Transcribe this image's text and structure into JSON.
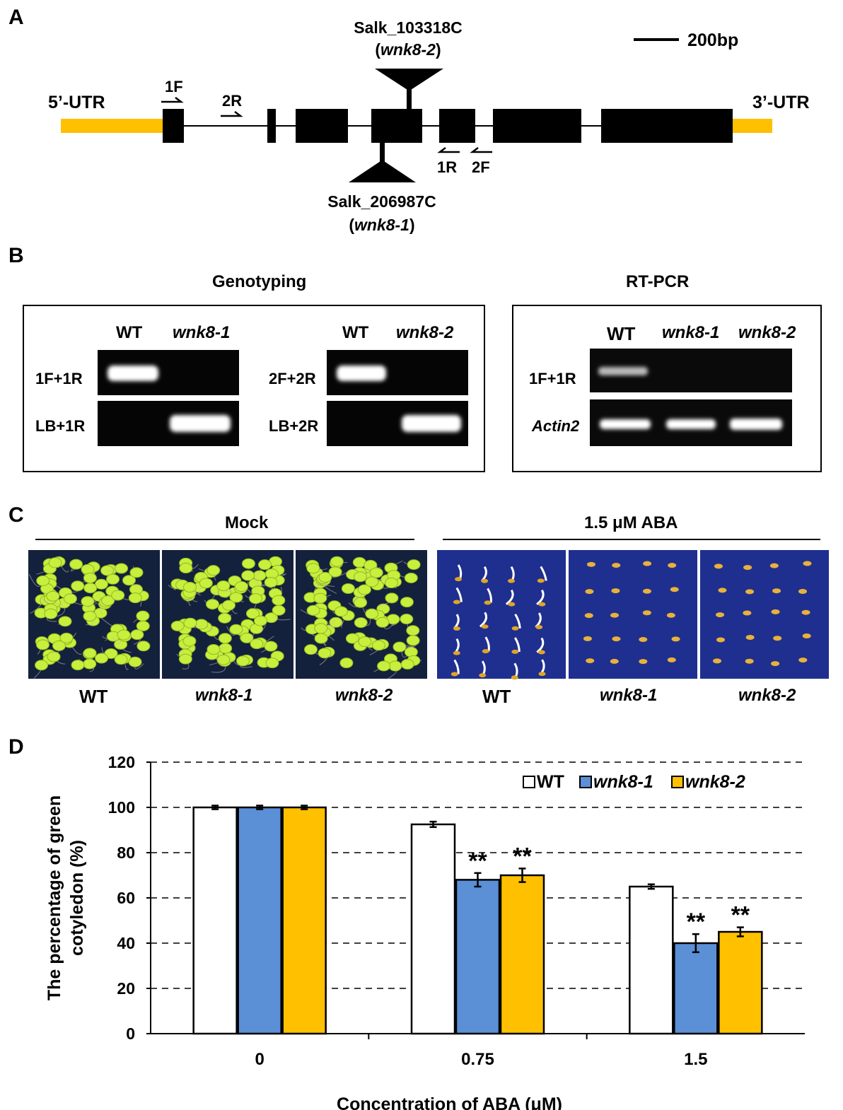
{
  "panel_a": {
    "label": "A",
    "scale_bar": "200bp",
    "utr5": "5’-UTR",
    "utr3": "3’-UTR",
    "insert_top": {
      "line1": "Salk_103318C",
      "allele": "wnk8-2"
    },
    "insert_bottom": {
      "line1": "Salk_206987C",
      "allele": "wnk8-1"
    },
    "primers": {
      "f1": "1F",
      "r2": "2R",
      "r1": "1R",
      "f2": "2F"
    },
    "colors": {
      "utr": "#ffc000",
      "exon": "#000000"
    }
  },
  "panel_b": {
    "label": "B",
    "genotyping_title": "Genotyping",
    "rtpcr_title": "RT-PCR",
    "gel1": {
      "lanes": [
        "WT",
        "wnk8-1"
      ],
      "rows": [
        "1F+1R",
        "LB+1R"
      ]
    },
    "gel2": {
      "lanes": [
        "WT",
        "wnk8-2"
      ],
      "rows": [
        "2F+2R",
        "LB+2R"
      ]
    },
    "gel3": {
      "lanes": [
        "WT",
        "wnk8-1",
        "wnk8-2"
      ],
      "rows": [
        "1F+1R",
        "Actin2"
      ]
    }
  },
  "panel_c": {
    "label": "C",
    "mock_title": "Mock",
    "aba_title": "1.5 μM ABA",
    "mock_labels": [
      "WT",
      "wnk8-1",
      "wnk8-2"
    ],
    "aba_labels": [
      "WT",
      "wnk8-1",
      "wnk8-2"
    ]
  },
  "panel_d": {
    "label": "D",
    "legend": [
      "WT",
      "wnk8-1",
      "wnk8-2"
    ],
    "star": "**"
  },
  "chart_data": {
    "type": "bar",
    "categories": [
      "0",
      "0.75",
      "1.5"
    ],
    "series": [
      {
        "name": "WT",
        "values": [
          100,
          92.5,
          65
        ],
        "errors": [
          0.8,
          1.2,
          1.0
        ],
        "color": "#ffffff",
        "sig": [
          false,
          false,
          false
        ]
      },
      {
        "name": "wnk8-1",
        "values": [
          100,
          68,
          40
        ],
        "errors": [
          0.8,
          3.0,
          4.0
        ],
        "color": "#5b8fd6",
        "sig": [
          false,
          true,
          true
        ]
      },
      {
        "name": "wnk8-2",
        "values": [
          100,
          70,
          45
        ],
        "errors": [
          0.8,
          3.0,
          2.0
        ],
        "color": "#ffc000",
        "sig": [
          false,
          true,
          true
        ]
      }
    ],
    "xlabel": "Concentration of ABA (μM)",
    "ylabel_line1": "The percentage of green",
    "ylabel_line2": "cotyledon  (%)",
    "ylim": [
      0,
      120
    ],
    "yticks": [
      0,
      20,
      40,
      60,
      80,
      100,
      120
    ],
    "grid": "dashed horizontal",
    "legend_position": "top-right"
  }
}
